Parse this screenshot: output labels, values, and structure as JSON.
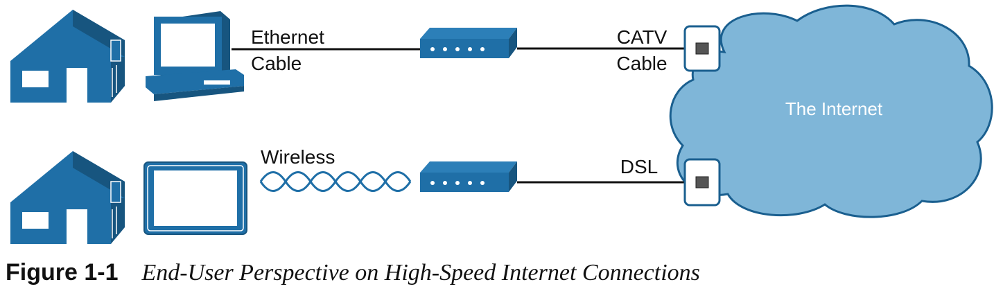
{
  "colors": {
    "device_blue": "#1f6fa7",
    "device_blue_dark": "#17557f",
    "cloud_fill": "#7fb6d8",
    "cloud_stroke": "#1a5f8f",
    "line": "#111111"
  },
  "labels": {
    "ethernet_line1": "Ethernet",
    "ethernet_line2": "Cable",
    "catv_line1": "CATV",
    "catv_line2": "Cable",
    "wireless": "Wireless",
    "dsl": "DSL",
    "cloud": "The Internet"
  },
  "icons": {
    "house_top": "house-icon",
    "house_bottom": "house-icon",
    "computer": "desktop-computer-icon",
    "tablet": "tablet-icon",
    "modem_top": "cable-modem-icon",
    "modem_bottom": "dsl-modem-icon",
    "wall_jack_top": "wall-outlet-icon",
    "wall_jack_bottom": "wall-outlet-icon",
    "cloud": "internet-cloud-icon",
    "wireless_wave": "wireless-signal-icon"
  },
  "caption": {
    "number": "Figure 1-1",
    "title": "End-User Perspective on High-Speed Internet Connections"
  }
}
